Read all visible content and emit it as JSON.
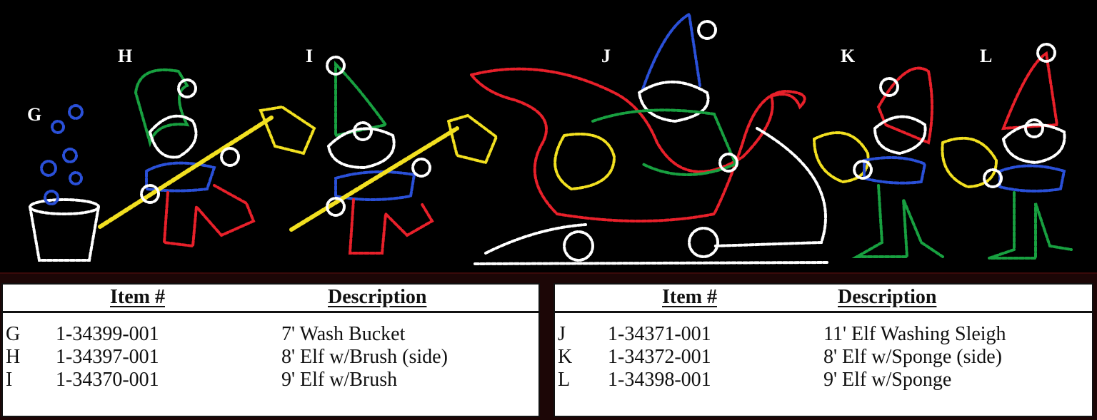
{
  "scene": {
    "labels": [
      "G",
      "H",
      "I",
      "J",
      "K",
      "L"
    ],
    "colors": {
      "white": "#ffffff",
      "red": "#e8202a",
      "green": "#18a040",
      "blue": "#2a50d8",
      "yellow": "#f2e020",
      "pink": "#e070a0"
    }
  },
  "tables": [
    {
      "headers": {
        "item": "Item #",
        "description": "Description"
      },
      "rows": [
        {
          "letter": "G",
          "item": "1-34399-001",
          "description": "7' Wash Bucket"
        },
        {
          "letter": "H",
          "item": "1-34397-001",
          "description": "8' Elf w/Brush (side)"
        },
        {
          "letter": "I",
          "item": "1-34370-001",
          "description": "9' Elf w/Brush"
        }
      ]
    },
    {
      "headers": {
        "item": "Item #",
        "description": "Description"
      },
      "rows": [
        {
          "letter": "J",
          "item": "1-34371-001",
          "description": "11' Elf Washing Sleigh"
        },
        {
          "letter": "K",
          "item": "1-34372-001",
          "description": "8' Elf w/Sponge (side)"
        },
        {
          "letter": "L",
          "item": "1-34398-001",
          "description": "9' Elf w/Sponge"
        }
      ]
    }
  ]
}
